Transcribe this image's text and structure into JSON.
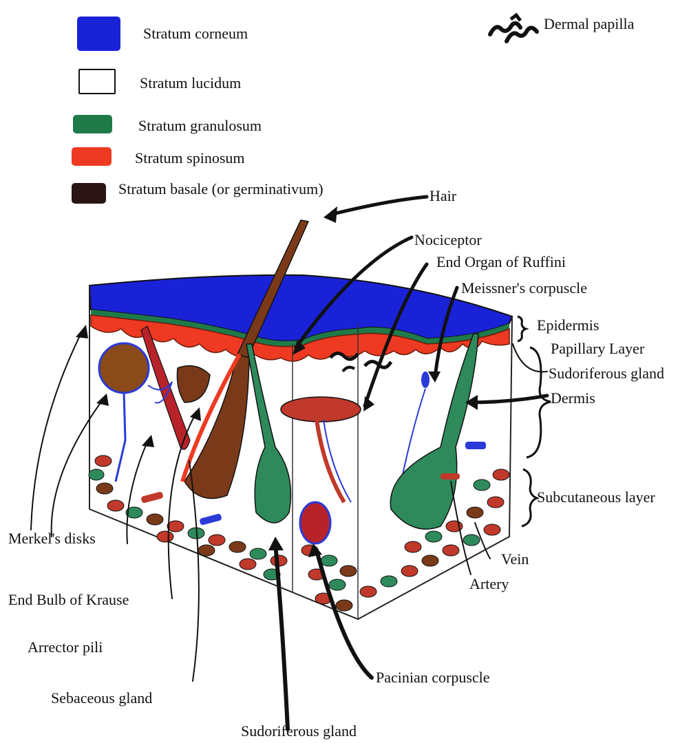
{
  "legend": {
    "items": [
      {
        "label": "Stratum corneum",
        "color": "#1a22d8"
      },
      {
        "label": "Stratum lucidum",
        "color": "#ffffff"
      },
      {
        "label": "Stratum granulosum",
        "color": "#1f7a4a"
      },
      {
        "label": "Stratum spinosum",
        "color": "#ee3a22"
      },
      {
        "label": "Stratum basale (or germinativum)",
        "color": "#2a1414"
      }
    ],
    "papilla_label": "Dermal papilla"
  },
  "labels": {
    "hair": "Hair",
    "nociceptor": "Nociceptor",
    "ruffini": "End Organ of Ruffini",
    "meissner": "Meissner's corpuscle",
    "epidermis": "Epidermis",
    "papillary": "Papillary Layer",
    "sudoriferous_right": "Sudoriferous gland",
    "dermis": "Dermis",
    "subcutaneous": "Subcutaneous layer",
    "vein": "Vein",
    "artery": "Artery",
    "merkel": "Merkel's disks",
    "krause": "End Bulb of Krause",
    "arrector": "Arrector pili",
    "sebaceous": "Sebaceous gland",
    "pacinian": "Pacinian corpuscle",
    "sudoriferous_bottom": "Sudoriferous gland"
  },
  "colors": {
    "corneum": "#1a22d8",
    "granulosum": "#1f7a4a",
    "spinosum": "#ee3a22",
    "basale": "#2a1414",
    "hair": "#7a3a1a",
    "gland": "#2e8a5a",
    "nerve": "#2a3ad8"
  }
}
